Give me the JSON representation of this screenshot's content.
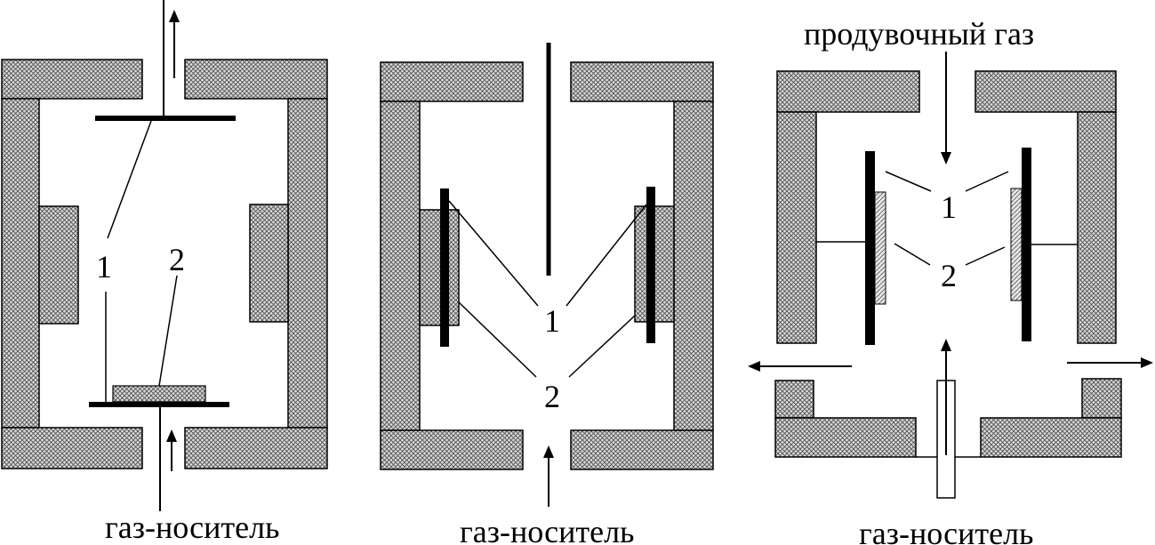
{
  "diagram": {
    "panels": [
      {
        "id": "left",
        "labels": {
          "marker_1": "1",
          "marker_2": "2",
          "caption": "газ-носитель"
        }
      },
      {
        "id": "middle",
        "labels": {
          "marker_1": "1",
          "marker_2": "2",
          "caption": "газ-носитель"
        }
      },
      {
        "id": "right",
        "labels": {
          "marker_1": "1",
          "marker_2": "2",
          "top_caption": "продувочный газ",
          "caption": "газ-носитель"
        }
      }
    ]
  },
  "colors": {
    "hatch_bg": "#d9d9d9",
    "hatch_line": "#4d4d4d",
    "ink": "#000000"
  }
}
